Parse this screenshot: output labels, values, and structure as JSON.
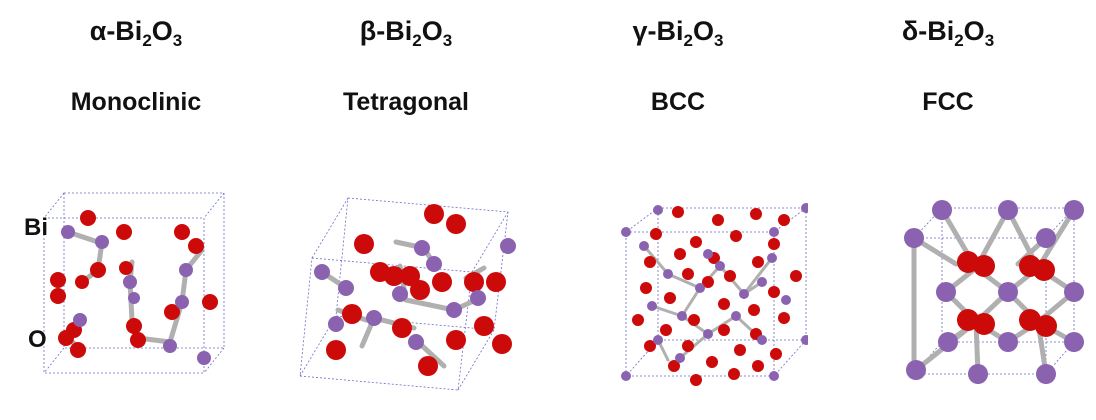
{
  "phases": [
    {
      "prefix": "α-Bi",
      "sub1": "2",
      "mid": "O",
      "sub2": "3",
      "system": "Monoclinic"
    },
    {
      "prefix": "β-Bi",
      "sub1": "2",
      "mid": "O",
      "sub2": "3",
      "system": "Tetragonal"
    },
    {
      "prefix": "γ-Bi",
      "sub1": "2",
      "mid": "O",
      "sub2": "3",
      "system": "BCC"
    },
    {
      "prefix": "δ-Bi",
      "sub1": "2",
      "mid": "O",
      "sub2": "3",
      "system": "FCC"
    }
  ],
  "labels": {
    "bi": "Bi",
    "o": "O"
  },
  "colors": {
    "bismuth": "#8a62b0",
    "oxygen": "#cc0a0a",
    "bond": "#b0b0b0",
    "cell_edge": "#6b6bc8"
  }
}
